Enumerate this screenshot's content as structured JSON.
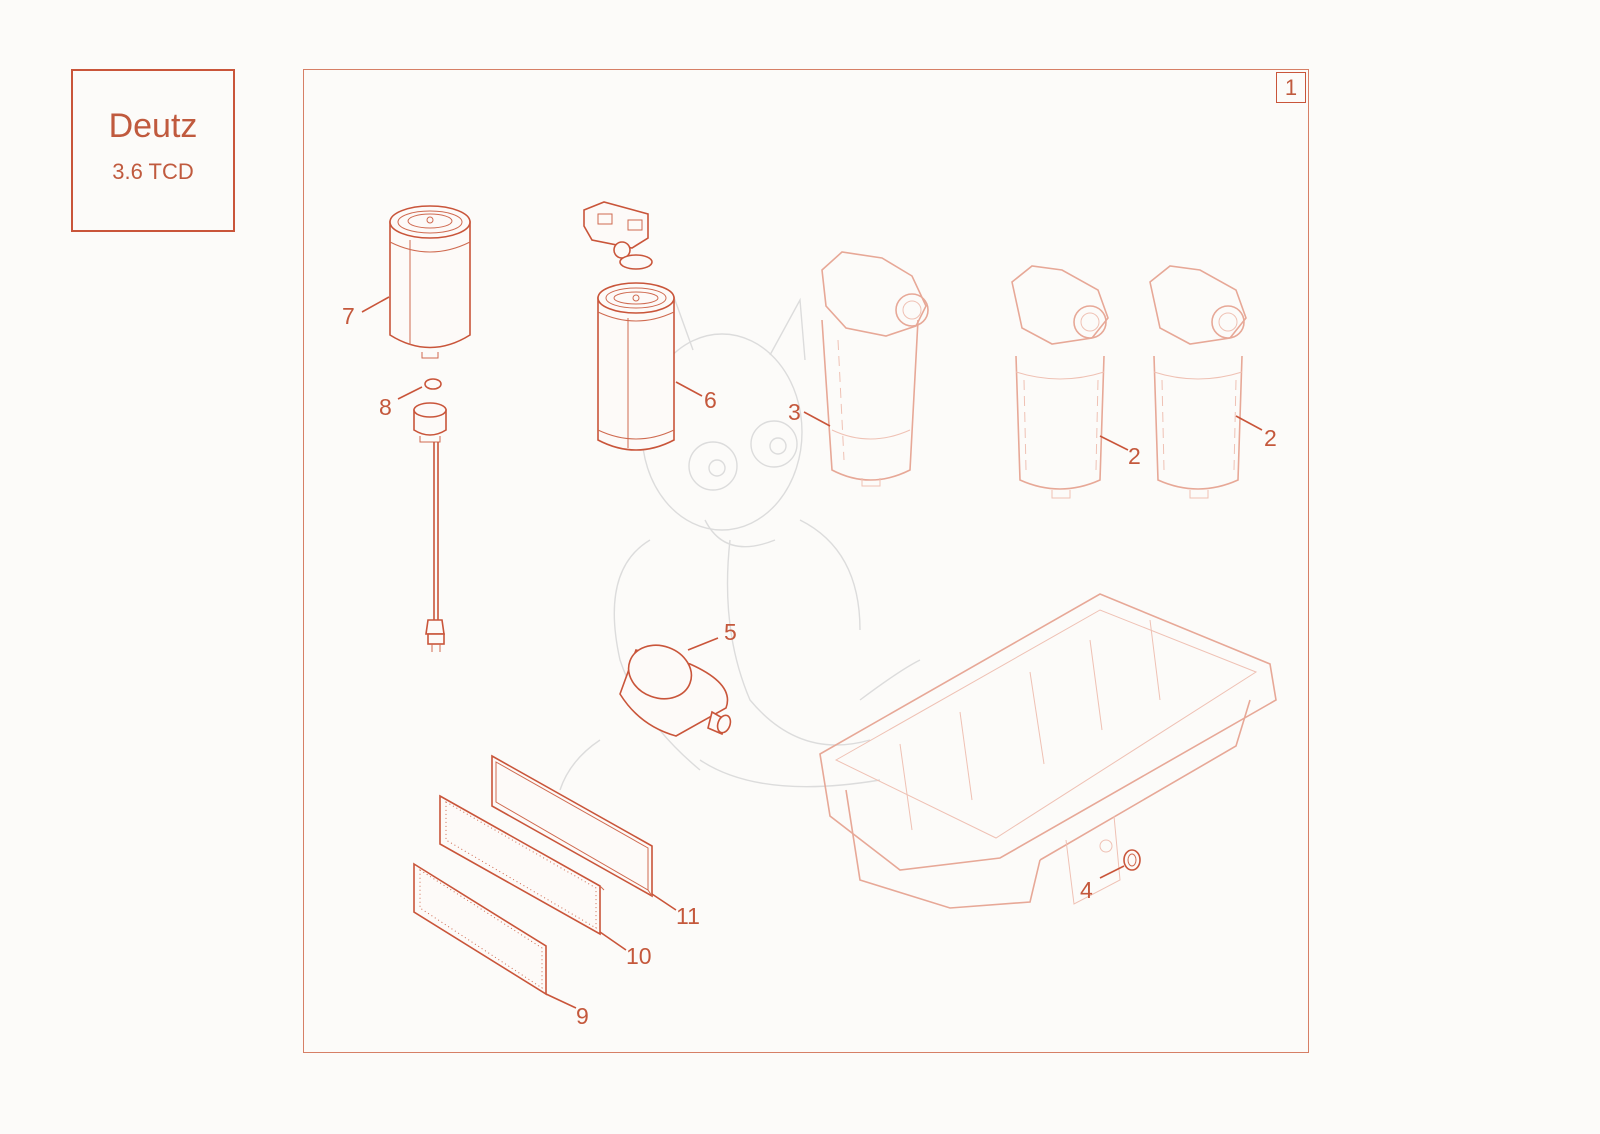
{
  "header": {
    "brand": "Deutz",
    "model": "3.6 TCD"
  },
  "page_number": "1",
  "callouts": [
    {
      "id": "c7",
      "text": "7"
    },
    {
      "id": "c8",
      "text": "8"
    },
    {
      "id": "c6",
      "text": "6"
    },
    {
      "id": "c3",
      "text": "3"
    },
    {
      "id": "c2a",
      "text": "2"
    },
    {
      "id": "c2b",
      "text": "2"
    },
    {
      "id": "c5",
      "text": "5"
    },
    {
      "id": "c11",
      "text": "11"
    },
    {
      "id": "c10",
      "text": "10"
    },
    {
      "id": "c9",
      "text": "9"
    },
    {
      "id": "c4",
      "text": "4"
    }
  ],
  "colors": {
    "line": "#c9553a",
    "text": "#c05a3e",
    "background": "#fcfbf9"
  }
}
